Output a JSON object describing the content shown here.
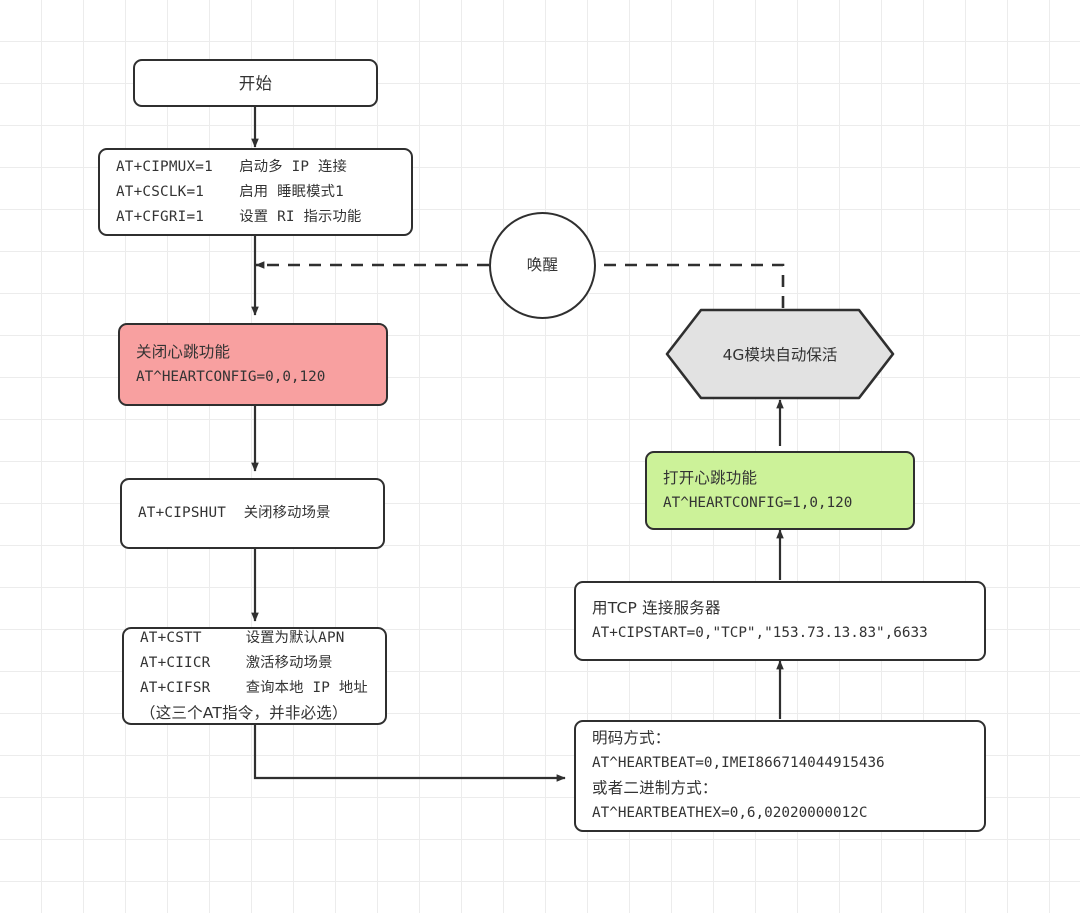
{
  "diagram": {
    "title": "4G module AT command keep-alive flowchart",
    "colors": {
      "stroke": "#2f2f2f",
      "text": "#333333",
      "red_fill": "#f8a0a0",
      "green_fill": "#ccf299",
      "gray_fill": "#e2e2e2",
      "grid": "#ececec",
      "background": "#ffffff"
    },
    "nodes": {
      "start": {
        "shape": "rounded-rect",
        "label": "开始"
      },
      "init_commands": {
        "shape": "rounded-rect",
        "lines": [
          "AT+CIPMUX=1   启动多 IP 连接",
          "AT+CSCLK=1    启用 睡眠模式1",
          "AT+CFGRI=1    设置 RI 指示功能"
        ]
      },
      "wake": {
        "shape": "circle",
        "label": "唤醒"
      },
      "close_heartbeat": {
        "shape": "rounded-rect",
        "fill": "#f8a0a0",
        "line1": "关闭心跳功能",
        "line2": "AT^HEARTCONFIG=0,0,120"
      },
      "cipshut": {
        "shape": "rounded-rect",
        "label": "AT+CIPSHUT  关闭移动场景"
      },
      "apn_commands": {
        "shape": "rounded-rect",
        "lines": [
          "AT+CSTT     设置为默认APN",
          "AT+CIICR    激活移动场景",
          "AT+CIFSR    查询本地 IP 地址",
          "（这三个AT指令，并非必选）"
        ]
      },
      "heartbeat_payload": {
        "shape": "rounded-rect",
        "lines": [
          "明码方式：",
          "AT^HEARTBEAT=0,IMEI866714044915436",
          "或者二进制方式：",
          "AT^HEARTBEATHEX=0,6,02020000012C"
        ]
      },
      "tcp_connect": {
        "shape": "rounded-rect",
        "line1": "用TCP 连接服务器",
        "line2": "AT+CIPSTART=0,\"TCP\",\"153.73.13.83\",6633"
      },
      "open_heartbeat": {
        "shape": "rounded-rect",
        "fill": "#ccf299",
        "line1": "打开心跳功能",
        "line2": "AT^HEARTCONFIG=1,0,120"
      },
      "keep_alive": {
        "shape": "hexagon",
        "fill": "#e2e2e2",
        "label": "4G模块自动保活"
      }
    },
    "edges": [
      {
        "name": "start-to-init",
        "style": "solid",
        "arrow": "down"
      },
      {
        "name": "init-to-close-heartbeat",
        "style": "solid",
        "arrow": "down"
      },
      {
        "name": "close-heartbeat-to-cipshut",
        "style": "solid",
        "arrow": "down"
      },
      {
        "name": "cipshut-to-apn",
        "style": "solid",
        "arrow": "down"
      },
      {
        "name": "apn-to-heartbeat-payload",
        "style": "solid",
        "arrow": "right"
      },
      {
        "name": "heartbeat-payload-to-tcp",
        "style": "solid",
        "arrow": "up"
      },
      {
        "name": "tcp-to-open-heartbeat",
        "style": "solid",
        "arrow": "up"
      },
      {
        "name": "open-heartbeat-to-keep-alive",
        "style": "solid",
        "arrow": "up"
      },
      {
        "name": "keep-alive-to-wake-to-init",
        "style": "dashed",
        "arrow": "left"
      }
    ]
  }
}
